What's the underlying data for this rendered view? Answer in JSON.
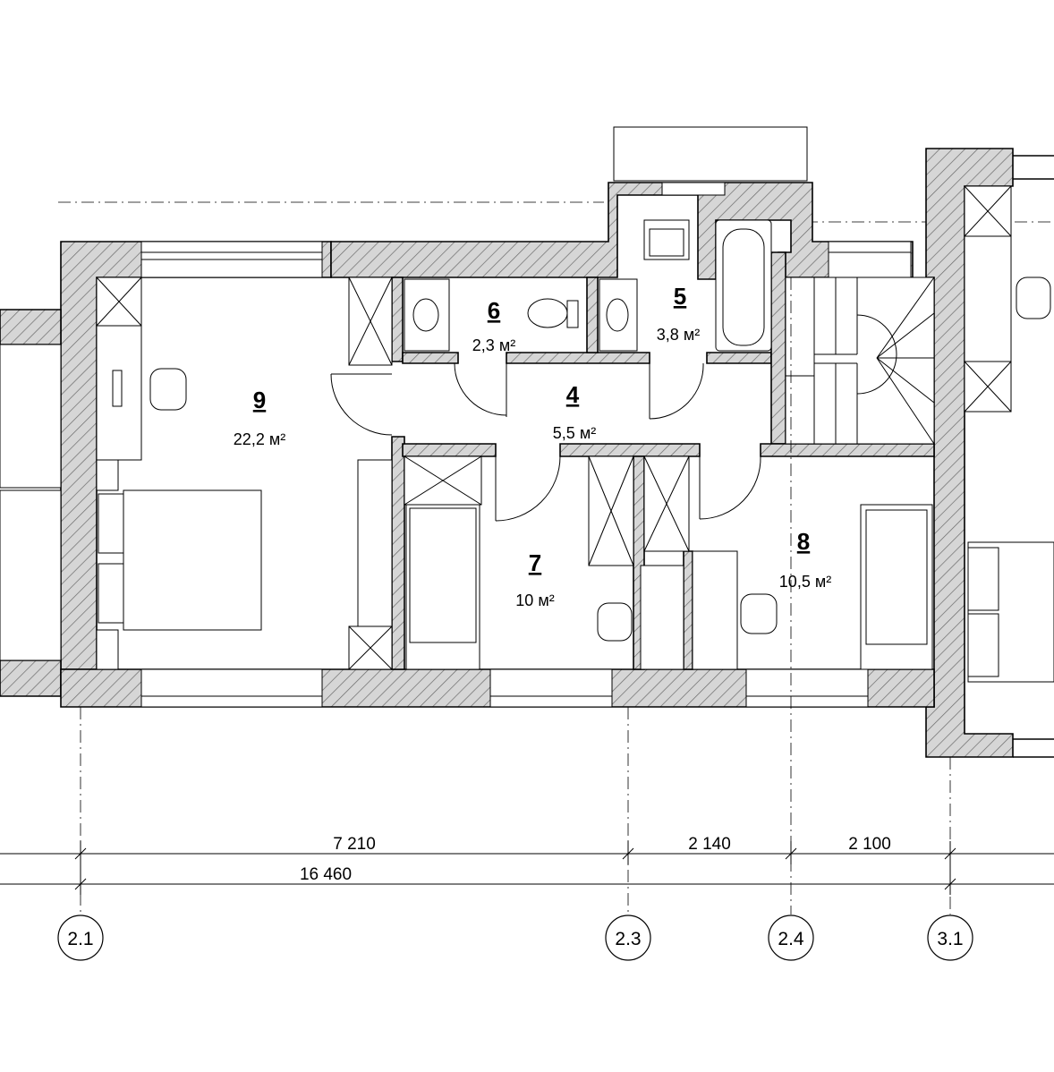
{
  "rooms": [
    {
      "number": "9",
      "area": "22,2 м²"
    },
    {
      "number": "6",
      "area": "2,3 м²"
    },
    {
      "number": "5",
      "area": "3,8 м²"
    },
    {
      "number": "4",
      "area": "5,5 м²"
    },
    {
      "number": "7",
      "area": "10 м²"
    },
    {
      "number": "8",
      "area": "10,5 м²"
    }
  ],
  "dimensions": {
    "segment_1": "7 210",
    "segment_2": "2 140",
    "segment_3": "2 100",
    "overall": "16 460"
  },
  "axes": [
    "2.1",
    "2.3",
    "2.4",
    "3.1"
  ],
  "colors": {
    "wall_fill": "#d6d6d6",
    "ink": "#000000",
    "background": "#ffffff"
  }
}
